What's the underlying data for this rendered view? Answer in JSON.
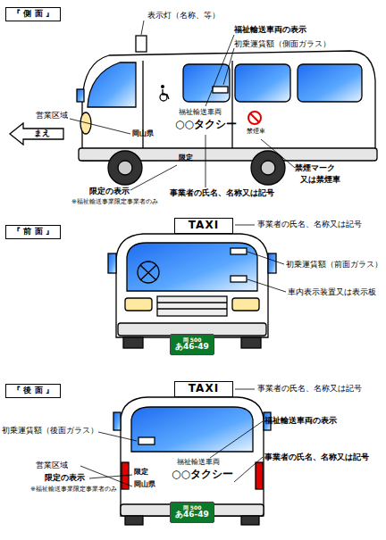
{
  "diagram": {
    "nodes": [
      {
        "text": [
          "『 側 面 』"
        ]
      },
      {
        "text": [
          "まえ"
        ]
      },
      {
        "text": [
          "『 前 面 』"
        ]
      },
      {
        "text": [
          "TAXI"
        ]
      },
      {
        "text": [
          "岡 500",
          "あ46-49"
        ]
      },
      {
        "text": [
          "『 後 面 』"
        ]
      },
      {
        "text": [
          "TAXI"
        ]
      },
      {
        "text": [
          "岡 500",
          "あ46-49"
        ]
      }
    ],
    "labels": [
      "表示灯（名称、等）",
      "福祉輸送車両の表示",
      "初乗運賃額（側面ガラス）",
      "営業区域",
      "岡山県",
      "福祉輸送車両",
      "○○タクシー",
      "禁煙車",
      "限定",
      "限定の表示",
      "※福祉輸送事業限定事業者のみ",
      "事業者の氏名、名称又は記号",
      "禁煙マーク",
      "又は禁煙車",
      "事業者の氏名、名称又は記号",
      "初乗運賃額（前面ガラス）",
      "車内表示装置又は表示板",
      "事業者の氏名、名称又は記号",
      "初乗運賃額（後面ガラス）",
      "営業区域",
      "限定の表示",
      "※福祉輸送事業限定事業者のみ",
      "福祉輸送車両の表示",
      "事業者の氏名、名称又は記号",
      "福祉輸送車両",
      "○○タクシー",
      "限定",
      "岡山県"
    ]
  }
}
